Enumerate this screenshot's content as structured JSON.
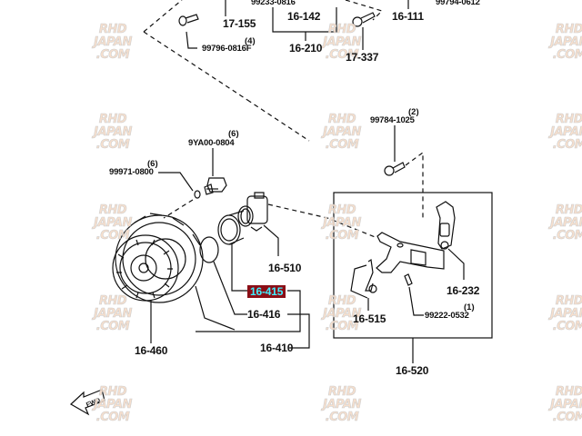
{
  "diagram": {
    "title": "Clutch assembly exploded parts diagram",
    "watermark": {
      "lines": [
        "RHD",
        "JAPAN",
        ".COM"
      ],
      "text_color": "#f6dcc8",
      "outline_color": "#c9c9c9"
    },
    "highlight": {
      "part": "16-415",
      "background": "#8b0e16",
      "text_color": "#3ff0ff"
    },
    "fwd_arrow_label": "FWD",
    "parts": [
      {
        "id": "99233-0816",
        "qty": ""
      },
      {
        "id": "16-142",
        "qty": ""
      },
      {
        "id": "17-155",
        "qty": ""
      },
      {
        "id": "16-210",
        "qty": ""
      },
      {
        "id": "17-337",
        "qty": ""
      },
      {
        "id": "16-111",
        "qty": ""
      },
      {
        "id": "99794-0612",
        "qty": ""
      },
      {
        "id": "99796-0816F",
        "qty": "(4)"
      },
      {
        "id": "99784-1025",
        "qty": "(2)"
      },
      {
        "id": "9YA00-0804",
        "qty": "(6)"
      },
      {
        "id": "99971-0800",
        "qty": "(6)"
      },
      {
        "id": "16-510",
        "qty": ""
      },
      {
        "id": "16-415",
        "qty": ""
      },
      {
        "id": "16-416",
        "qty": ""
      },
      {
        "id": "16-410",
        "qty": ""
      },
      {
        "id": "16-460",
        "qty": ""
      },
      {
        "id": "16-232",
        "qty": ""
      },
      {
        "id": "16-515",
        "qty": ""
      },
      {
        "id": "99222-0532",
        "qty": "(1)"
      },
      {
        "id": "16-520",
        "qty": ""
      }
    ]
  }
}
